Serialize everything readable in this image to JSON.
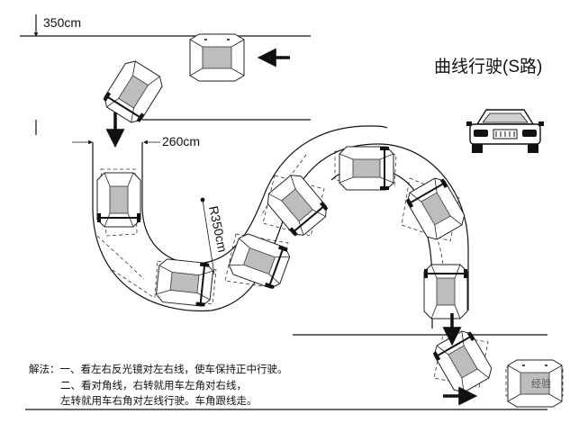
{
  "title": "曲线行驶(S路)",
  "dimensions": {
    "top_width": "350cm",
    "entry_width": "260cm",
    "radius": "R350cm"
  },
  "notes": {
    "line1": "解法：一、看左右反光镜对左右线，使车保持正中行驶。",
    "line2": "二、看对角线，右转就用车左角对右线，",
    "line3": "左转就用车右角对左线行驶。车角跟线走。"
  },
  "watermark": "经验",
  "colors": {
    "line": "#111111",
    "car_body": "#ffffff",
    "car_glass": "#bdbdbd"
  }
}
